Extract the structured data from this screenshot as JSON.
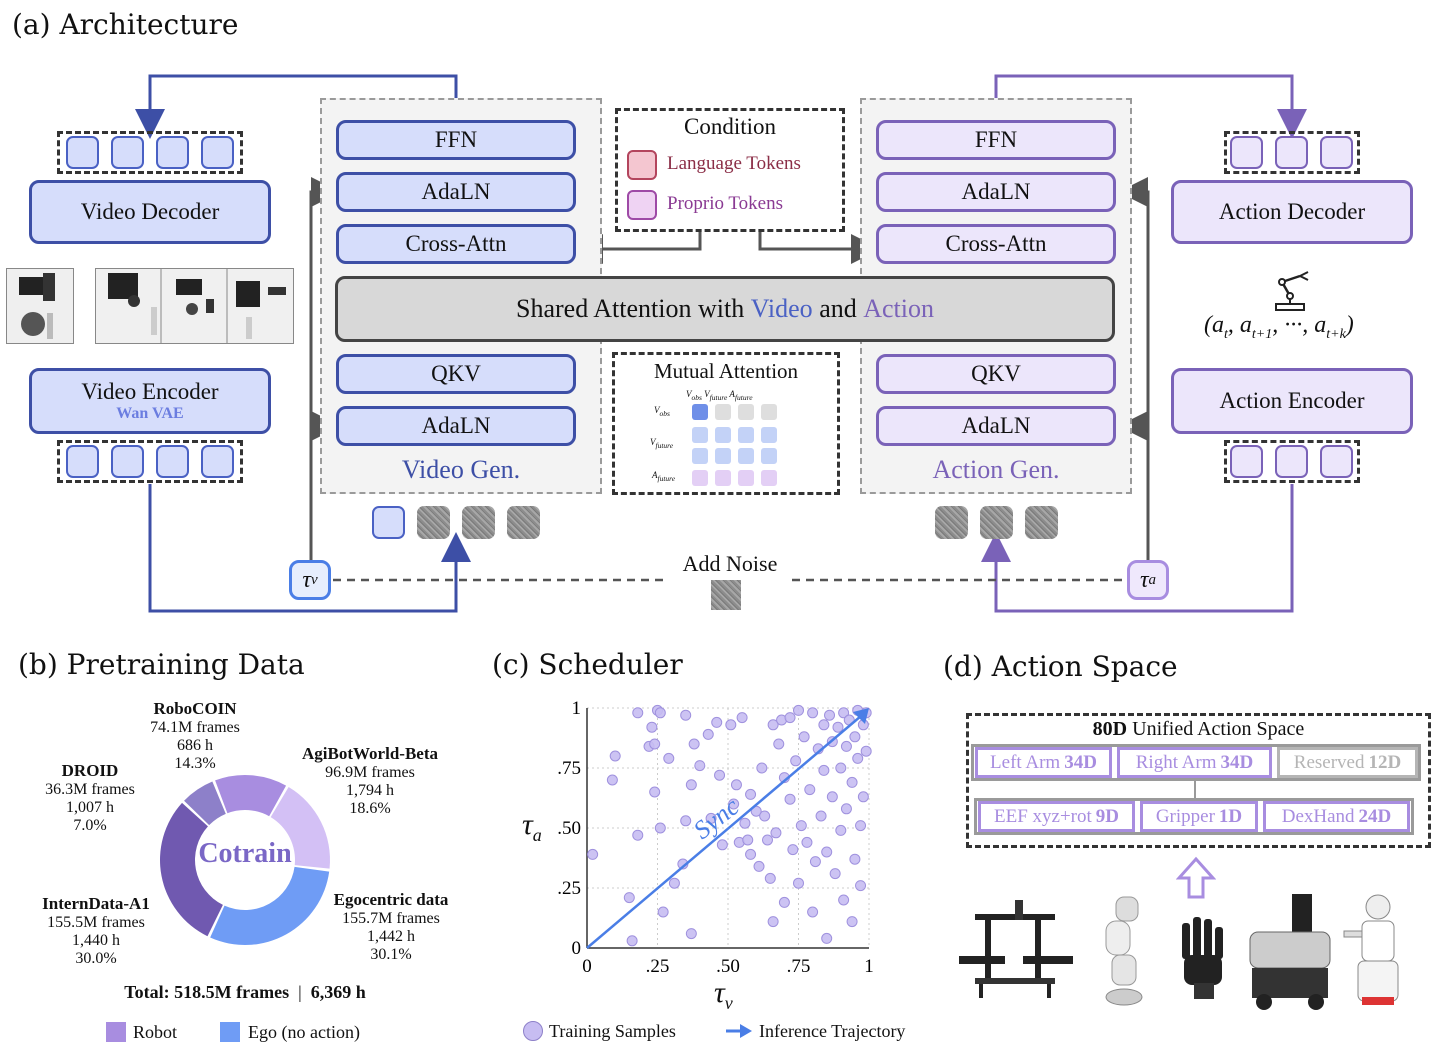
{
  "colors": {
    "video": "#3d4fa6",
    "video_fill": "#d6ddfb",
    "action": "#7a62b8",
    "action_fill": "#ece6fb",
    "robot": "#a88de0",
    "ego": "#6f9cf5",
    "language": "#f4c6d0",
    "proprio": "#efd3f3"
  },
  "architecture": {
    "title": "(a) Architecture",
    "video_decoder": "Video Decoder",
    "video_encoder": "Video Encoder",
    "wan_vae": "Wan VAE",
    "action_decoder": "Action Decoder",
    "action_encoder": "Action Encoder",
    "ffn": "FFN",
    "adaln": "AdaLN",
    "cross_attn": "Cross-Attn",
    "qkv": "QKV",
    "video_gen": "Video Gen.",
    "action_gen": "Action Gen.",
    "shared_prefix": "Shared Attention with ",
    "shared_video": "Video",
    "shared_and": " and ",
    "shared_action": "Action",
    "condition": "Condition",
    "language_tokens": "Language Tokens",
    "proprio_tokens": "Proprio Tokens",
    "mutual_attention": "Mutual Attention",
    "add_noise": "Add Noise",
    "tau_v": "τ",
    "tau_v_sub": "v",
    "tau_a": "τ",
    "tau_a_sub": "a",
    "action_seq": "(a",
    "robot_icon": "robot-arm-icon",
    "mutual_cols": [
      "V",
      "V",
      "A"
    ],
    "mutual_col_subs": [
      "obs",
      "future",
      "future"
    ],
    "mutual_rows": [
      "V",
      "V",
      "A"
    ],
    "mutual_row_subs": [
      "obs",
      "future",
      "future"
    ]
  },
  "pretraining": {
    "title": "(b) Pretraining Data",
    "center": "Cotrain",
    "slices": [
      {
        "name": "RoboCOIN",
        "frames": "74.1M frames",
        "hours": "686 h",
        "pct": "14.3%",
        "value": 14.3,
        "color": "#a88de0"
      },
      {
        "name": "AgiBotWorld-Beta",
        "frames": "96.9M frames",
        "hours": "1,794 h",
        "pct": "18.6%",
        "value": 18.6,
        "color": "#d3c0f5"
      },
      {
        "name": "Egocentric data",
        "frames": "155.7M frames",
        "hours": "1,442 h",
        "pct": "30.1%",
        "value": 30.1,
        "color": "#6f9cf5"
      },
      {
        "name": "InternData-A1",
        "frames": "155.5M frames",
        "hours": "1,440 h",
        "pct": "30.0%",
        "value": 30.0,
        "color": "#7059b0"
      },
      {
        "name": "DROID",
        "frames": "36.3M frames",
        "hours": "1,007 h",
        "pct": "7.0%",
        "value": 7.0,
        "color": "#8d80c9"
      }
    ],
    "total_prefix": "Total: 518.5M frames",
    "total_sep": "|",
    "total_hours": "6,369 h",
    "legend_robot": "Robot",
    "legend_ego": "Ego (no action)"
  },
  "scheduler": {
    "title": "(c) Scheduler",
    "sync": "Sync",
    "ylabel": "τ",
    "ylabel_sub": "a",
    "xlabel": "τ",
    "xlabel_sub": "v",
    "legend_samples": "Training Samples",
    "legend_traj": "Inference Trajectory"
  },
  "chart_data": {
    "type": "scatter",
    "xlim": [
      0,
      1
    ],
    "ylim": [
      0,
      1
    ],
    "x_ticks": [
      "0",
      ".25",
      ".50",
      ".75",
      "1"
    ],
    "y_ticks": [
      "0",
      ".25",
      ".50",
      ".75",
      "1"
    ],
    "series": [
      {
        "name": "Training Samples",
        "points": [
          [
            0.02,
            0.39
          ],
          [
            0.09,
            0.7
          ],
          [
            0.1,
            0.8
          ],
          [
            0.15,
            0.21
          ],
          [
            0.16,
            0.03
          ],
          [
            0.18,
            0.47
          ],
          [
            0.18,
            0.98
          ],
          [
            0.22,
            0.84
          ],
          [
            0.23,
            0.92
          ],
          [
            0.24,
            0.85
          ],
          [
            0.24,
            0.65
          ],
          [
            0.25,
            0.99
          ],
          [
            0.26,
            0.98
          ],
          [
            0.26,
            0.5
          ],
          [
            0.27,
            0.15
          ],
          [
            0.29,
            0.79
          ],
          [
            0.31,
            0.27
          ],
          [
            0.34,
            0.35
          ],
          [
            0.35,
            0.53
          ],
          [
            0.35,
            0.97
          ],
          [
            0.37,
            0.06
          ],
          [
            0.37,
            0.68
          ],
          [
            0.38,
            0.85
          ],
          [
            0.4,
            0.76
          ],
          [
            0.43,
            0.89
          ],
          [
            0.44,
            0.54
          ],
          [
            0.46,
            0.94
          ],
          [
            0.47,
            0.72
          ],
          [
            0.48,
            0.43
          ],
          [
            0.51,
            0.93
          ],
          [
            0.52,
            0.6
          ],
          [
            0.53,
            0.68
          ],
          [
            0.54,
            0.44
          ],
          [
            0.55,
            0.96
          ],
          [
            0.56,
            0.52
          ],
          [
            0.57,
            0.45
          ],
          [
            0.58,
            0.64
          ],
          [
            0.58,
            0.39
          ],
          [
            0.6,
            0.57
          ],
          [
            0.61,
            0.34
          ],
          [
            0.62,
            0.75
          ],
          [
            0.63,
            0.55
          ],
          [
            0.64,
            0.45
          ],
          [
            0.65,
            0.29
          ],
          [
            0.66,
            0.93
          ],
          [
            0.66,
            0.11
          ],
          [
            0.67,
            0.48
          ],
          [
            0.68,
            0.85
          ],
          [
            0.69,
            0.95
          ],
          [
            0.7,
            0.71
          ],
          [
            0.7,
            0.19
          ],
          [
            0.72,
            0.96
          ],
          [
            0.72,
            0.62
          ],
          [
            0.73,
            0.41
          ],
          [
            0.74,
            0.78
          ],
          [
            0.75,
            0.99
          ],
          [
            0.75,
            0.27
          ],
          [
            0.76,
            0.51
          ],
          [
            0.77,
            0.88
          ],
          [
            0.78,
            0.44
          ],
          [
            0.79,
            0.66
          ],
          [
            0.8,
            0.98
          ],
          [
            0.8,
            0.15
          ],
          [
            0.81,
            0.36
          ],
          [
            0.82,
            0.83
          ],
          [
            0.83,
            0.55
          ],
          [
            0.84,
            0.93
          ],
          [
            0.84,
            0.74
          ],
          [
            0.85,
            0.4
          ],
          [
            0.85,
            0.04
          ],
          [
            0.86,
            0.97
          ],
          [
            0.87,
            0.63
          ],
          [
            0.87,
            0.86
          ],
          [
            0.88,
            0.31
          ],
          [
            0.89,
            0.92
          ],
          [
            0.9,
            0.75
          ],
          [
            0.9,
            0.49
          ],
          [
            0.91,
            0.98
          ],
          [
            0.91,
            0.2
          ],
          [
            0.92,
            0.84
          ],
          [
            0.92,
            0.58
          ],
          [
            0.93,
            0.95
          ],
          [
            0.94,
            0.69
          ],
          [
            0.94,
            0.11
          ],
          [
            0.95,
            0.37
          ],
          [
            0.95,
            0.88
          ],
          [
            0.96,
            0.99
          ],
          [
            0.96,
            0.79
          ],
          [
            0.97,
            0.51
          ],
          [
            0.97,
            0.26
          ],
          [
            0.98,
            0.93
          ],
          [
            0.98,
            0.63
          ],
          [
            0.99,
            0.82
          ],
          [
            0.99,
            0.98
          ]
        ]
      },
      {
        "name": "Inference Trajectory",
        "points": [
          [
            0,
            0
          ],
          [
            1,
            1
          ]
        ]
      }
    ]
  },
  "action_space": {
    "title": "(d) Action Space",
    "header_bold": "80D",
    "header_rest": " Unified Action Space",
    "row1": [
      {
        "label": "Left Arm",
        "dim": "34D"
      },
      {
        "label": "Right Arm",
        "dim": "34D"
      },
      {
        "label": "Reserved",
        "dim": "12D"
      }
    ],
    "row2": [
      {
        "label": "EEF xyz+rot",
        "dim": "9D"
      },
      {
        "label": "Gripper",
        "dim": "1D"
      },
      {
        "label": "DexHand",
        "dim": "24D"
      }
    ]
  }
}
